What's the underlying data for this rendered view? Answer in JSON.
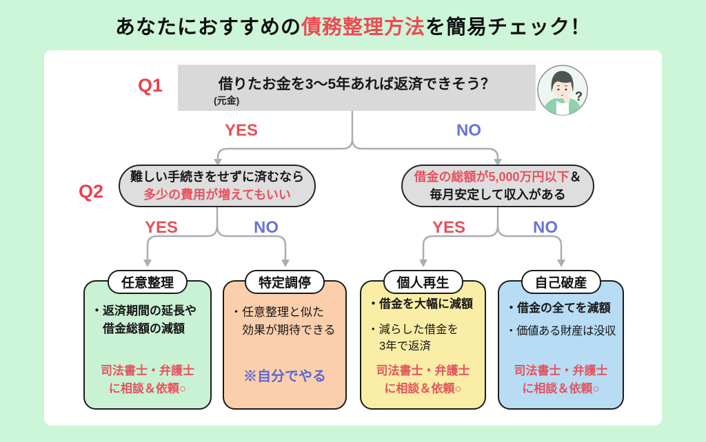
{
  "title": {
    "pre": "あなたにおすすめの",
    "highlight": "債務整理方法",
    "post": "を簡易チェック！"
  },
  "q1": {
    "label": "Q1",
    "question": "借りたお金を3〜5年あれば返済できそう？",
    "note": "(元金)"
  },
  "avatar": {
    "question_mark": "?"
  },
  "branches": {
    "level1": {
      "yes": "YES",
      "no": "NO"
    },
    "level2_left": {
      "yes": "YES",
      "no": "NO"
    },
    "level2_right": {
      "yes": "YES",
      "no": "NO"
    }
  },
  "q2": {
    "label": "Q2",
    "left": {
      "line1": "難しい手続きをせずに済むなら",
      "line2": "多少の費用が増えてもいい"
    },
    "right": {
      "line1_highlight": "借金の総額が5,000万円以下",
      "line1_suffix": "＆",
      "line2": "毎月安定して収入がある"
    }
  },
  "results": [
    {
      "name": "任意整理",
      "b1l1": "・返済期間の延長や",
      "b1l2": "借金総額の減額",
      "f1": "司法書士・弁護士",
      "f2": "に相談＆依頼○"
    },
    {
      "name": "特定調停",
      "b1l1": "・任意整理と似た",
      "b1l2": "効果が期待できる",
      "f1": "※自分でやる"
    },
    {
      "name": "個人再生",
      "b0": "・借金を大幅に減額",
      "b1l1": "・減らした借金を",
      "b1l2": "3年で返済",
      "f1": "司法書士・弁護士",
      "f2": "に相談＆依頼○"
    },
    {
      "name": "自己破産",
      "b0": "・借金の全てを減額",
      "b1l1": "・価値ある財産は没収",
      "f1": "司法書士・弁護士",
      "f2": "に相談＆依頼○"
    }
  ],
  "colors": {
    "background": "#cdf5d8",
    "panel": "#ffffff",
    "title_highlight": "#ed4a52",
    "q_label": "#e8414d",
    "yes": "#e94f59",
    "no": "#6974d8",
    "q1_box": "#d9d9d9",
    "q2_box": "#dedede",
    "connector": "#a8aeb4",
    "result_red_text": "#e5525e",
    "result_blue_text": "#5b67d3",
    "result_backgrounds": [
      "#c9f1d3",
      "#fbcfab",
      "#faeda6",
      "#b7dcf4"
    ]
  }
}
